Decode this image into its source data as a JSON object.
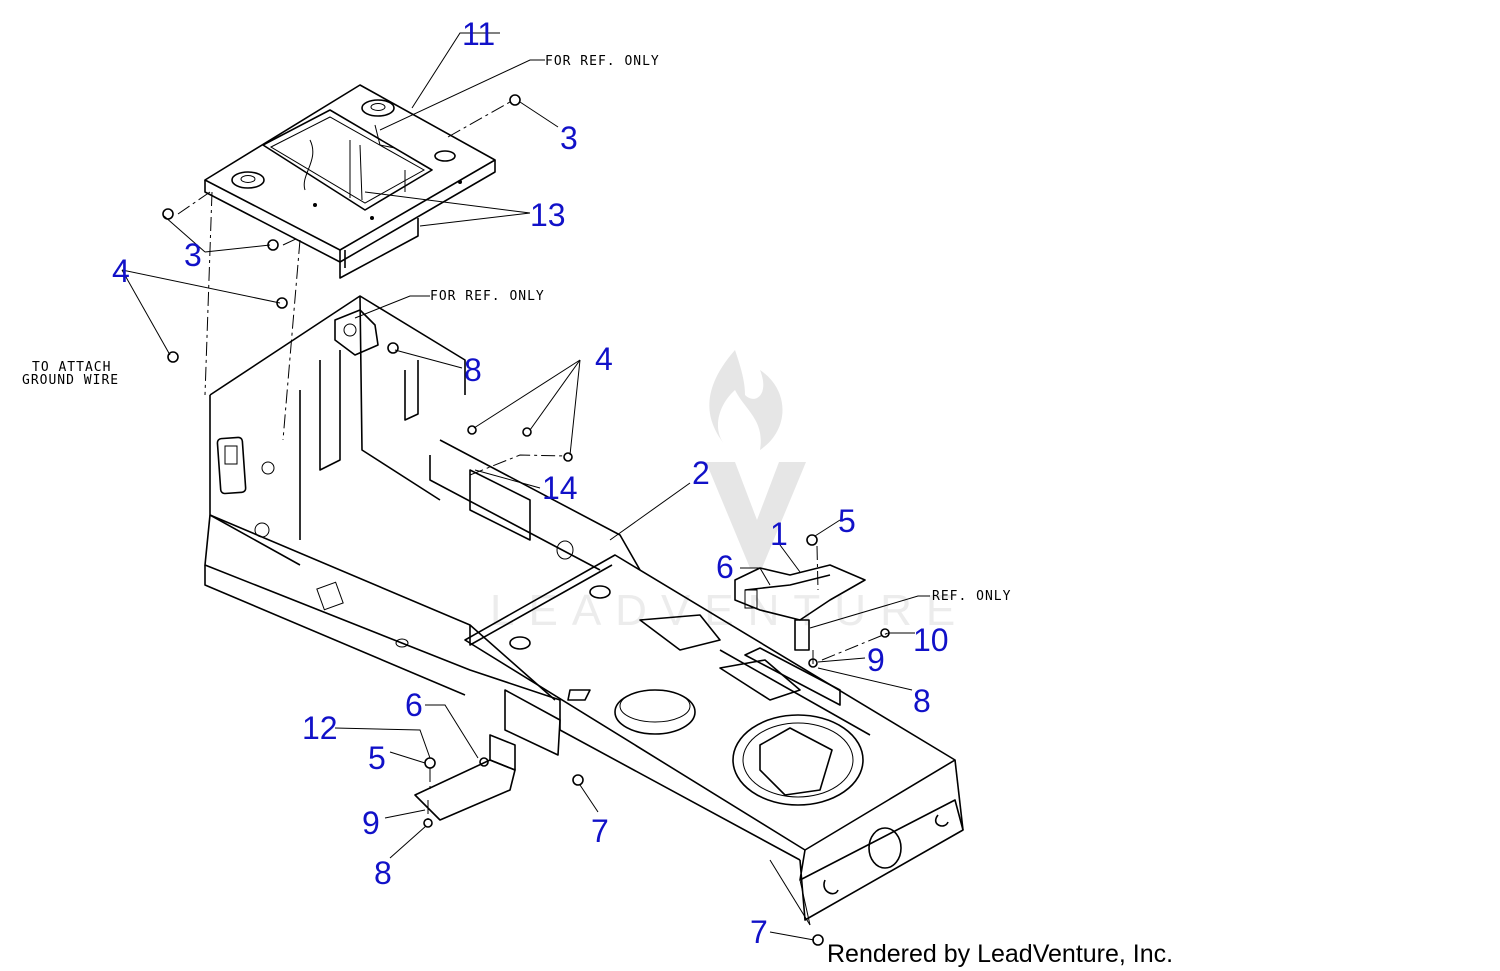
{
  "callouts": [
    {
      "id": "c11",
      "label": "11"
    },
    {
      "id": "c3a",
      "label": "3"
    },
    {
      "id": "c13",
      "label": "13"
    },
    {
      "id": "c3b",
      "label": "3"
    },
    {
      "id": "c4a",
      "label": "4"
    },
    {
      "id": "c8a",
      "label": "8"
    },
    {
      "id": "c4b",
      "label": "4"
    },
    {
      "id": "c14",
      "label": "14"
    },
    {
      "id": "c2",
      "label": "2"
    },
    {
      "id": "c5a",
      "label": "5"
    },
    {
      "id": "c1",
      "label": "1"
    },
    {
      "id": "c6a",
      "label": "6"
    },
    {
      "id": "c10",
      "label": "10"
    },
    {
      "id": "c9a",
      "label": "9"
    },
    {
      "id": "c8b",
      "label": "8"
    },
    {
      "id": "c12",
      "label": "12"
    },
    {
      "id": "c6b",
      "label": "6"
    },
    {
      "id": "c5b",
      "label": "5"
    },
    {
      "id": "c9b",
      "label": "9"
    },
    {
      "id": "c7a",
      "label": "7"
    },
    {
      "id": "c8c",
      "label": "8"
    },
    {
      "id": "c7b",
      "label": "7"
    }
  ],
  "notes": {
    "ref_top": "FOR REF. ONLY",
    "ref_middle": "FOR REF. ONLY",
    "ref_right": "REF. ONLY",
    "ground_line1": "TO ATTACH",
    "ground_line2": "GROUND WIRE"
  },
  "watermark": {
    "text": "LEADVENTURE",
    "icon": "flame-v-logo-icon"
  },
  "credit": "Rendered by LeadVenture, Inc.",
  "colors": {
    "callout": "#1111c8",
    "line": "#000000",
    "watermark": "#e6e6e6"
  }
}
